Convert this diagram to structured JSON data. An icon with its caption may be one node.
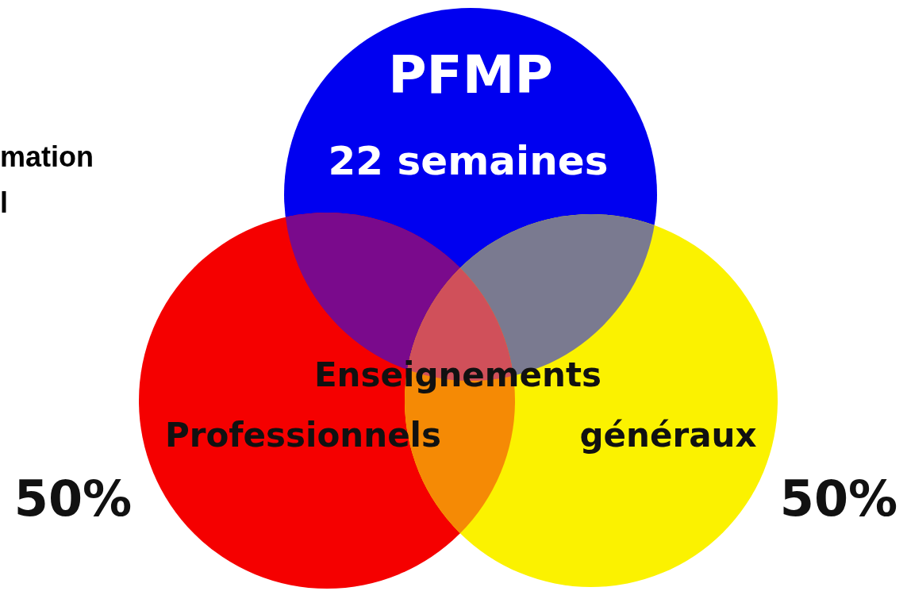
{
  "diagram": {
    "nodes": [
      {
        "text": [
          "PFMP",
          "22 semaines"
        ]
      },
      {
        "text": [
          "Professionnels"
        ]
      },
      {
        "text": [
          "généraux"
        ]
      }
    ],
    "labels": [
      "mation",
      "l",
      "Enseignements",
      "50%",
      "50%"
    ]
  }
}
